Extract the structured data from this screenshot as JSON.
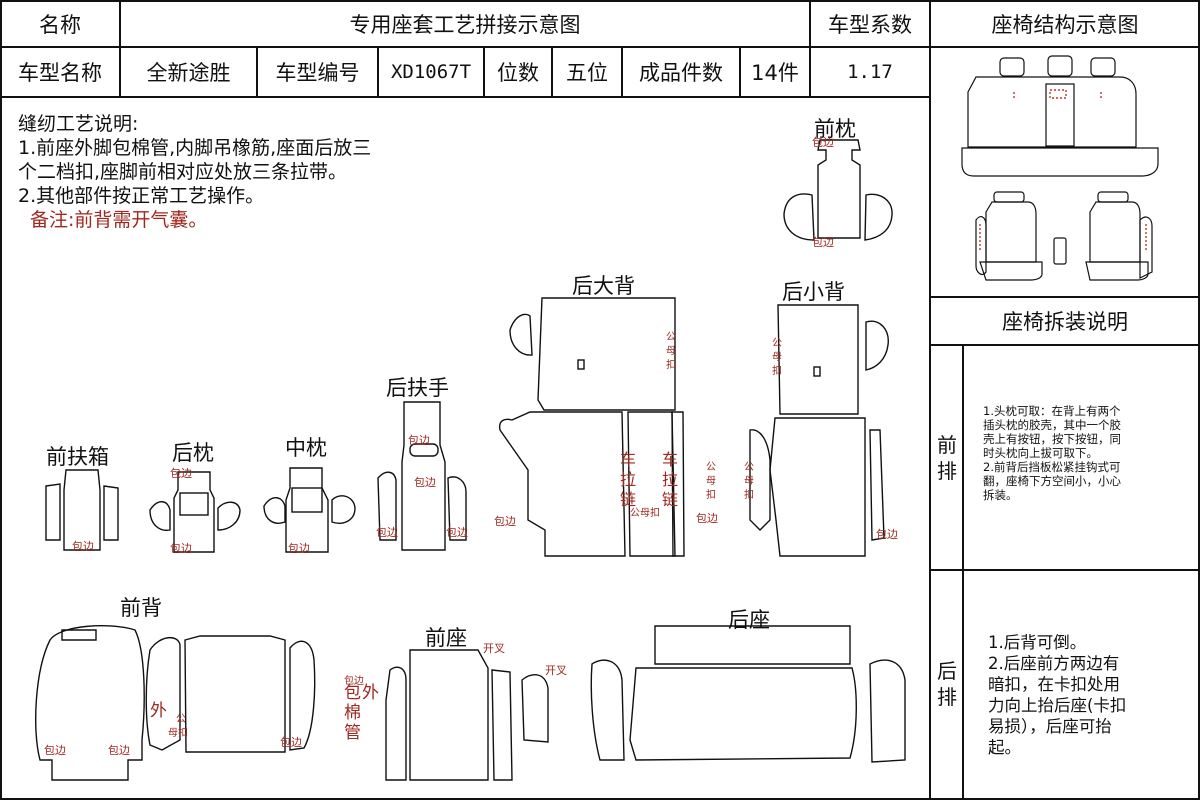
{
  "header": {
    "name_label": "名称",
    "title": "专用座套工艺拼接示意图",
    "coeff_label": "车型系数",
    "structure_title": "座椅结构示意图",
    "model_name_label": "车型名称",
    "model_name": "全新途胜",
    "model_code_label": "车型编号",
    "model_code": "XD1067T",
    "seats_label": "位数",
    "seats": "五位",
    "pieces_label": "成品件数",
    "pieces": "14件",
    "coeff": "1.17"
  },
  "notes": {
    "title": "缝纫工艺说明:",
    "line1": "1.前座外脚包棉管,内脚吊橡筋,座面后放三",
    "line2": "个二档扣,座脚前相对应处放三条拉带。",
    "line3": "2.其他部件按正常工艺操作。",
    "remark": "备注:前背需开气囊。"
  },
  "pieces": {
    "front_headrest": "前枕",
    "rear_big_back": "后大背",
    "rear_small_back": "后小背",
    "rear_armrest": "后扶手",
    "front_armbox": "前扶箱",
    "rear_headrest": "后枕",
    "middle_headrest": "中枕",
    "front_back": "前背",
    "front_seat": "前座",
    "rear_seat": "后座"
  },
  "marks": {
    "edge": "包边",
    "zipper": "车拉链",
    "male_female": "公母扣",
    "male": "公",
    "mf_button": "母扣",
    "outer": "外",
    "cotton_tube": "包外棉管",
    "slit": "开叉"
  },
  "right_panel": {
    "disassembly_title": "座椅拆装说明",
    "front_row_label": "前排",
    "rear_row_label": "后排",
    "front_text": [
      "1.头枕可取：在背上有两个",
      "插头枕的胶壳，其中一个胶",
      "壳上有按钮，按下按钮，同",
      "时头枕向上拔可取下。",
      "2.前背后挡板松紧挂钩式可",
      "翻，座椅下方空间小，小心",
      "拆装。"
    ],
    "rear_text": [
      "1.后背可倒。",
      "2.后座前方两边有",
      "暗扣，在卡扣处用",
      "力向上抬后座(卡扣",
      "易损），后座可抬",
      "起。"
    ]
  },
  "colors": {
    "line": "#111111",
    "mark": "#a0281e",
    "seat_stitch": "#c0392b"
  }
}
